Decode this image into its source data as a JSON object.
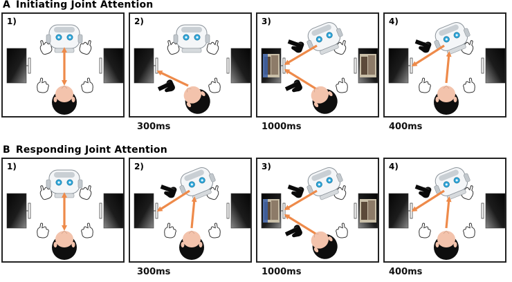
{
  "colors": {
    "arrow": "#ee8a4a",
    "skin": "#f3c3ac",
    "hair": "#0e0e0e",
    "robot_head": "#f4f6f8",
    "robot_eye": "#2ea6d9",
    "frame": "#222222"
  },
  "sections": [
    {
      "letter": "A",
      "title": "Initiating Joint Attention",
      "panels": [
        {
          "number": "1)",
          "scene": "initial"
        },
        {
          "number": "2)",
          "scene": "human-points-left"
        },
        {
          "number": "3)",
          "scene": "robot-follows-left"
        },
        {
          "number": "4)",
          "scene": "robot-points-left"
        }
      ],
      "timings": [
        "300ms",
        "1000ms",
        "400ms"
      ]
    },
    {
      "letter": "B",
      "title": "Responding Joint Attention",
      "panels": [
        {
          "number": "1)",
          "scene": "initial"
        },
        {
          "number": "2)",
          "scene": "robot-points-left"
        },
        {
          "number": "3)",
          "scene": "human-follows-left"
        },
        {
          "number": "4)",
          "scene": "human-gazes-left"
        }
      ],
      "timings": [
        "300ms",
        "1000ms",
        "400ms"
      ]
    }
  ]
}
